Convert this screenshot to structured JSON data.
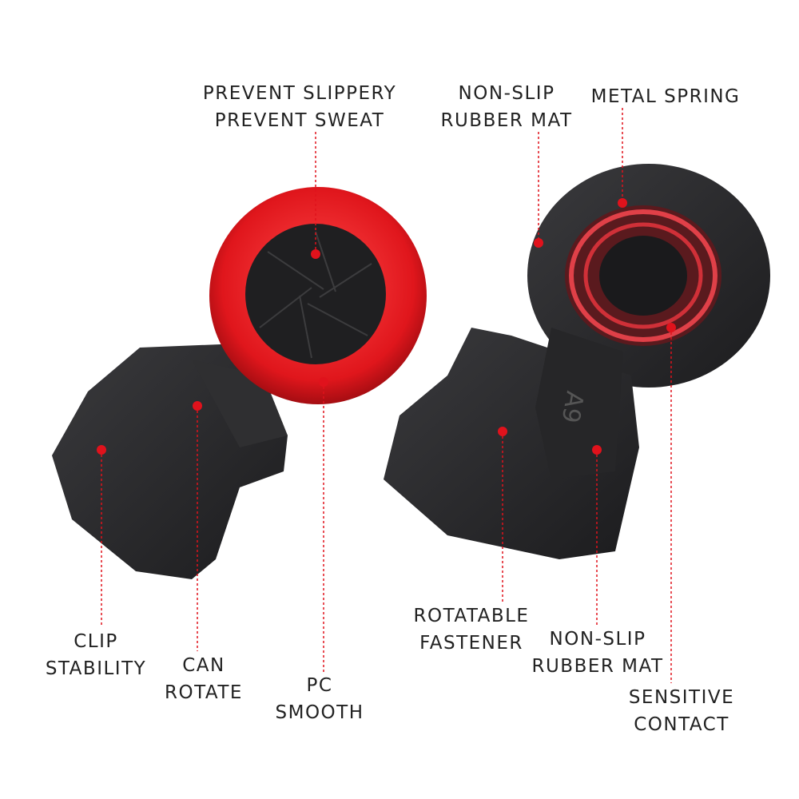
{
  "colors": {
    "accent_red": "#e0121c",
    "device_black": "#2a2a2c",
    "ring_red": "#d8242a",
    "text": "#222222"
  },
  "labels": {
    "prevent": [
      "PREVENT SLIPPERY",
      "PREVENT SWEAT"
    ],
    "nonslip_top": [
      "NON-SLIP",
      "RUBBER MAT"
    ],
    "metal_spring": [
      "METAL SPRING"
    ],
    "clip": [
      "CLIP",
      "STABILITY"
    ],
    "can_rotate": [
      "CAN",
      "ROTATE"
    ],
    "pc": [
      "PC",
      "SMOOTH"
    ],
    "fastener": [
      "ROTATABLE",
      "FASTENER"
    ],
    "nonslip_bottom": [
      "NON-SLIP",
      "RUBBER MAT"
    ],
    "contact": [
      "SENSITIVE",
      "CONTACT"
    ]
  },
  "device_marking": "A9"
}
